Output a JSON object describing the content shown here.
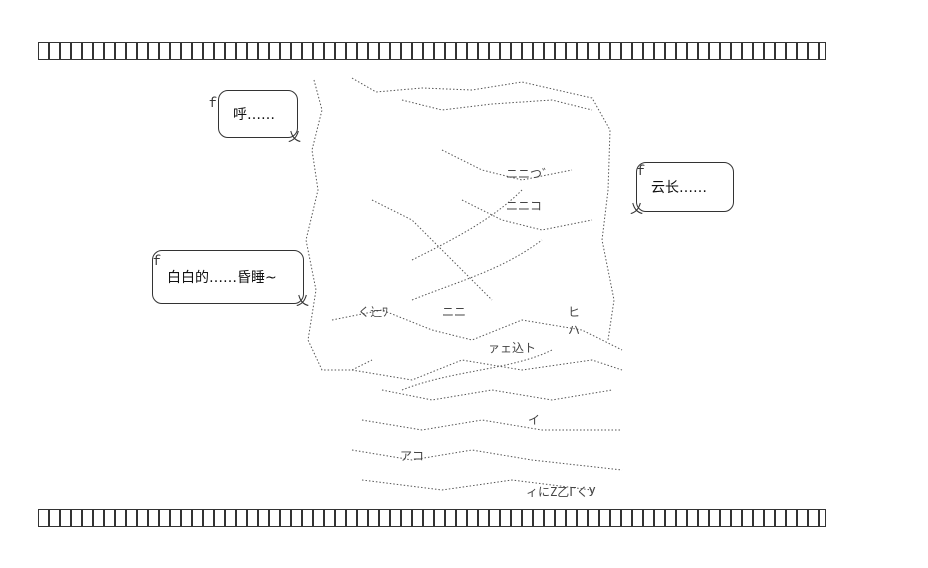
{
  "dialogue": {
    "bubble_1": "呼……",
    "bubble_2": "云长……",
    "bubble_3": "白白的……昏睡~"
  },
  "art_fragments": {
    "kana_1": "ニニつ゛",
    "kana_2": "ニニコ",
    "kana_3": "ァェ込ト",
    "kana_4": "アコ",
    "kana_5": "ィにZ乙ГくУ",
    "kana_6": "ヒ",
    "kana_7": "ハ",
    "kana_8": "く辷ﾜ",
    "kana_9": "ニニ",
    "kana_10": "イ"
  },
  "colors": {
    "ink": "#333333",
    "background": "#ffffff"
  }
}
